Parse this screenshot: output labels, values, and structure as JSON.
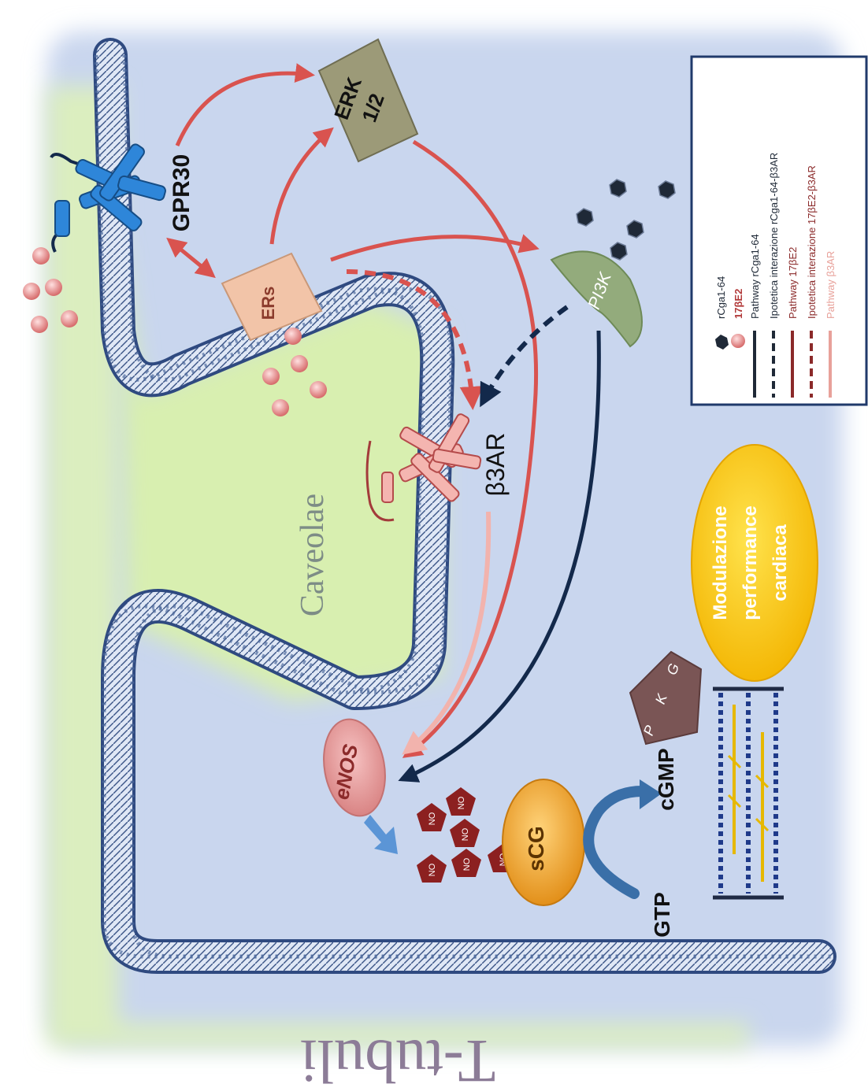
{
  "labels": {
    "tissue": "T-tubuli",
    "caveolae": "Caveolae",
    "gpr30": "GPR30",
    "ers": "ERs",
    "erk_line1": "ERK",
    "erk_line2": "1/2",
    "pi3k": "PI3K",
    "b3ar": "β3AR",
    "enos": "eNOS",
    "no": "NO",
    "scg": "sCG",
    "gtp": "GTP",
    "cgmp": "cGMP",
    "pkg": [
      "P",
      "K",
      "G"
    ],
    "outcome_lines": [
      "Modulazione",
      "performance",
      "cardiaca"
    ]
  },
  "legend": {
    "items": [
      {
        "icon": "rcga-molecule-icon",
        "label": "rCga1-64",
        "color": "#1f2937"
      },
      {
        "icon": "estradiol-molecule-icon",
        "label": "17βE2",
        "color": "#b23a3a"
      },
      {
        "icon": "solid-dark-line-icon",
        "label": "Pathway rCga1-64",
        "color": "#1f2937"
      },
      {
        "icon": "dashed-dark-line-icon",
        "label": "Ipotetica interazione rCga1-64-β3AR",
        "color": "#1f2937"
      },
      {
        "icon": "solid-red-line-icon",
        "label": "Pathway 17βE2",
        "color": "#8b2a2a"
      },
      {
        "icon": "dashed-red-line-icon",
        "label": "Ipotetica interazione 17βE2-β3AR",
        "color": "#8b2a2a"
      },
      {
        "icon": "solid-pink-line-icon",
        "label": "Pathway β3AR",
        "color": "#e8a19a"
      }
    ]
  },
  "colors": {
    "cytoplasm": "#c9d6ee",
    "caveolae_region": "#d8efb0",
    "membrane": "#4d6a9c",
    "estradiol_path": "#d9534f",
    "rcga_path": "#13294b",
    "b3ar_path": "#f2b3ad",
    "gpr30": "#2e86d9",
    "b3ar": "#f4b5b0",
    "ers": "#f2c4a8",
    "erk": "#9c9a78",
    "pi3k": "#93ab7c",
    "enos": "#e39a9a",
    "no_pentagon": "#8c2020",
    "scg": "#f1a631",
    "pkg": "#7a5555",
    "outcome": "#f7c400",
    "gtp_arrow": "#3a6fa8",
    "legend_border": "#203a6b"
  }
}
